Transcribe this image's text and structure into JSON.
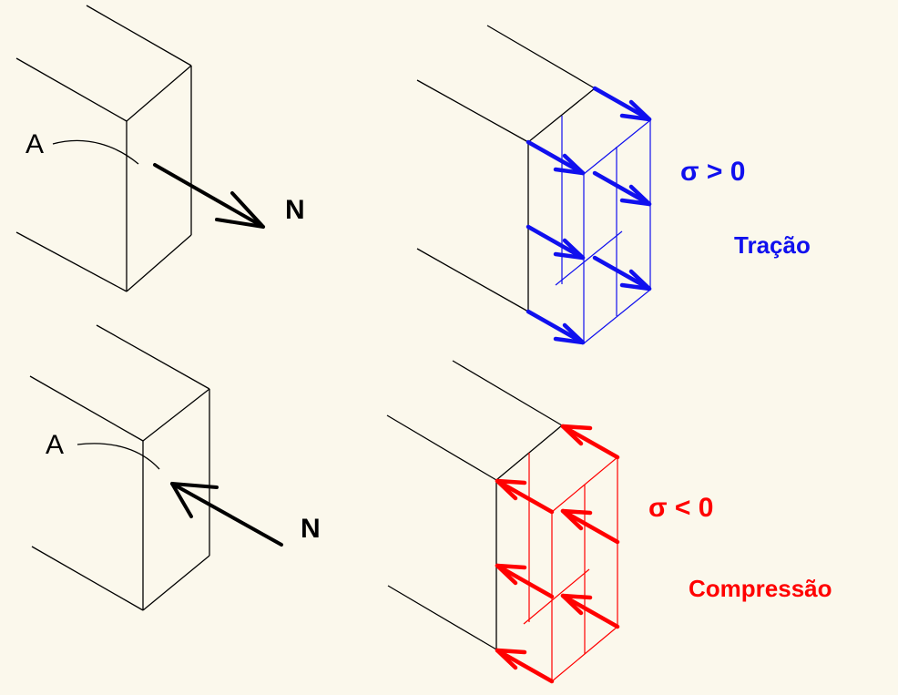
{
  "colors": {
    "background": "#fbf8ec",
    "ink": "#000000",
    "tension": "#1010ee",
    "compression": "#ff0000"
  },
  "tension_case": {
    "area_label": "A",
    "force_label": "N",
    "stress_label": "σ > 0",
    "description": "Tração"
  },
  "compression_case": {
    "area_label": "A",
    "force_label": "N",
    "stress_label": "σ < 0",
    "description": "Compressão"
  }
}
